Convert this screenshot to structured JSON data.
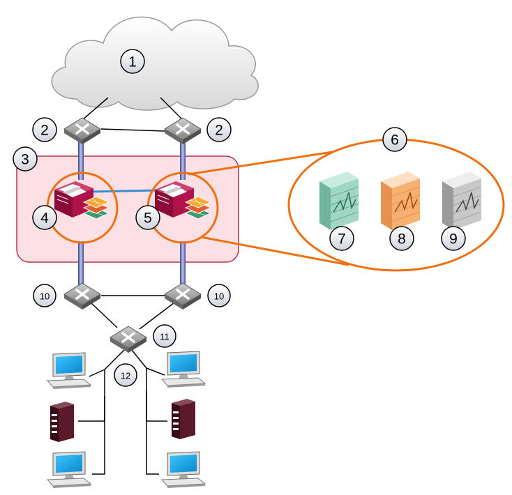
{
  "diagram": {
    "callouts": {
      "c1": "1",
      "c2a": "2",
      "c2b": "2",
      "c3": "3",
      "c4": "4",
      "c5": "5",
      "c6": "6",
      "c7": "7",
      "c8": "8",
      "c9": "9",
      "c10a": "10",
      "c10b": "10",
      "c11": "11",
      "c12": "12"
    },
    "colors": {
      "cloud_fill": "#f2f2f2",
      "ha_zone_fill": "#fde0e3",
      "ha_zone_stroke": "#b03050",
      "highlight_orange": "#f07010",
      "trunk_blue": "#6070b0",
      "sync_link": "#3a8fd0",
      "firewall_red": "#b0124a",
      "context_teal": "#9fd6c4",
      "context_orange": "#f8b070",
      "context_gray": "#c8c8c8",
      "monitor_screen": "#19a8e8",
      "server_body": "#5a1a2a"
    }
  }
}
